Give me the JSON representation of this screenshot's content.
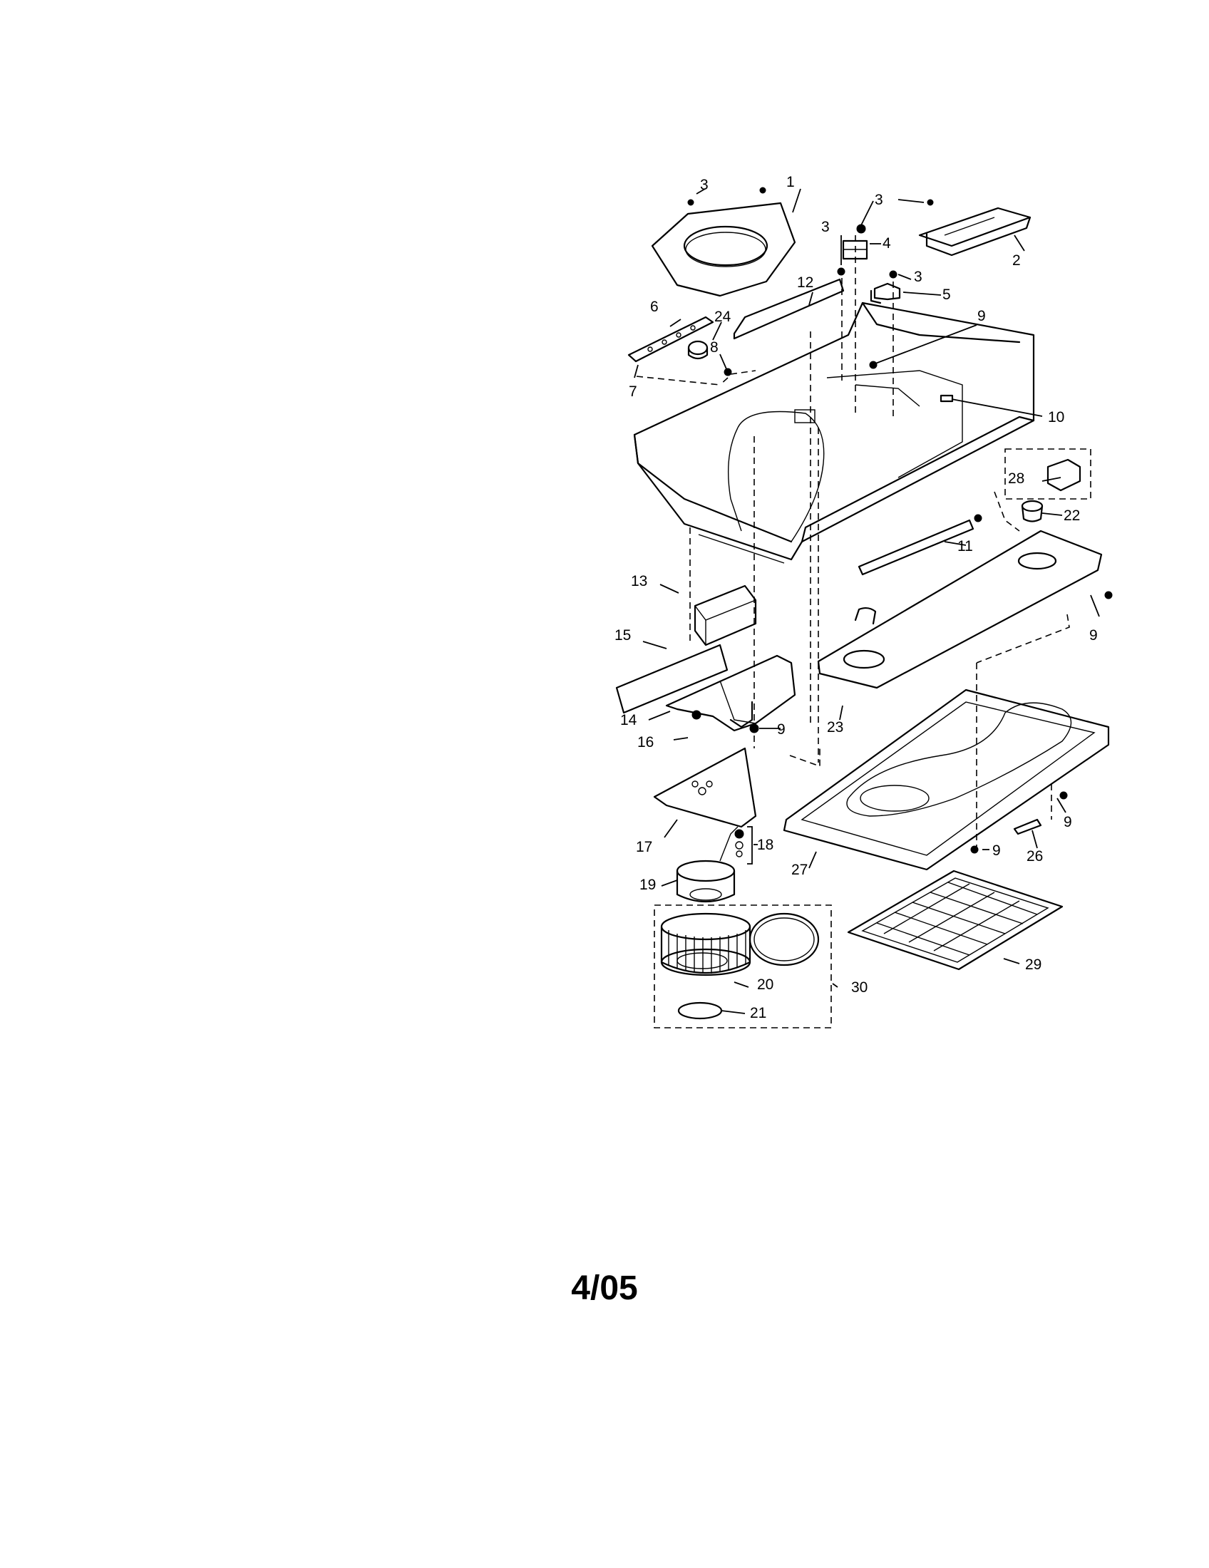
{
  "page": {
    "stamp": "4/05"
  },
  "diagram": {
    "callouts": [
      {
        "id": "c1",
        "text": "1"
      },
      {
        "id": "c2",
        "text": "2"
      },
      {
        "id": "c3a",
        "text": "3"
      },
      {
        "id": "c3b",
        "text": "3"
      },
      {
        "id": "c3c",
        "text": "3"
      },
      {
        "id": "c3d",
        "text": "3"
      },
      {
        "id": "c4",
        "text": "4"
      },
      {
        "id": "c5",
        "text": "5"
      },
      {
        "id": "c6",
        "text": "6"
      },
      {
        "id": "c7",
        "text": "7"
      },
      {
        "id": "c8",
        "text": "8"
      },
      {
        "id": "c9a",
        "text": "9"
      },
      {
        "id": "c9b",
        "text": "9"
      },
      {
        "id": "c9c",
        "text": "9"
      },
      {
        "id": "c9d",
        "text": "9"
      },
      {
        "id": "c9e",
        "text": "9"
      },
      {
        "id": "c10",
        "text": "10"
      },
      {
        "id": "c11",
        "text": "11"
      },
      {
        "id": "c12",
        "text": "12"
      },
      {
        "id": "c13",
        "text": "13"
      },
      {
        "id": "c14",
        "text": "14"
      },
      {
        "id": "c15",
        "text": "15"
      },
      {
        "id": "c16",
        "text": "16"
      },
      {
        "id": "c17",
        "text": "17"
      },
      {
        "id": "c18",
        "text": "18"
      },
      {
        "id": "c19",
        "text": "19"
      },
      {
        "id": "c20",
        "text": "20"
      },
      {
        "id": "c21",
        "text": "21"
      },
      {
        "id": "c22",
        "text": "22"
      },
      {
        "id": "c23",
        "text": "23"
      },
      {
        "id": "c24",
        "text": "24"
      },
      {
        "id": "c26",
        "text": "26"
      },
      {
        "id": "c27",
        "text": "27"
      },
      {
        "id": "c28",
        "text": "28"
      },
      {
        "id": "c29",
        "text": "29"
      },
      {
        "id": "c30",
        "text": "30"
      }
    ]
  }
}
